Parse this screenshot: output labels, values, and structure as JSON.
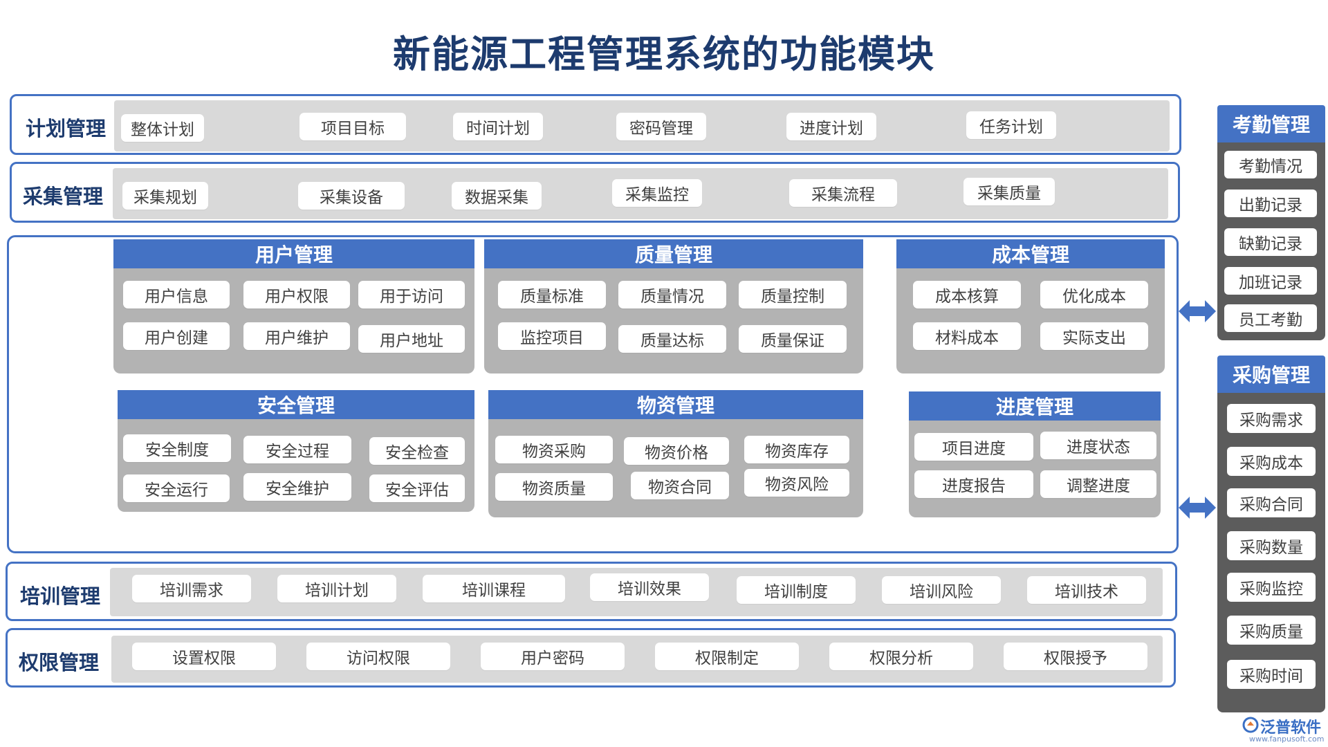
{
  "title": "新能源工程管理系统的功能模块",
  "rows": {
    "plan": {
      "label": "计划管理",
      "items": [
        "整体计划",
        "项目目标",
        "时间计划",
        "密码管理",
        "进度计划",
        "任务计划"
      ]
    },
    "collect": {
      "label": "采集管理",
      "items": [
        "采集规划",
        "采集设备",
        "数据采集",
        "采集监控",
        "采集流程",
        "采集质量"
      ]
    },
    "training": {
      "label": "培训管理",
      "items": [
        "培训需求",
        "培训计划",
        "培训课程",
        "培训效果",
        "培训制度",
        "培训风险",
        "培训技术"
      ]
    },
    "permission": {
      "label": "权限管理",
      "items": [
        "设置权限",
        "访问权限",
        "用户密码",
        "权限制定",
        "权限分析",
        "权限授予"
      ]
    }
  },
  "modules": {
    "user": {
      "title": "用户管理",
      "items": [
        "用户信息",
        "用户权限",
        "用于访问",
        "用户创建",
        "用户维护",
        "用户地址"
      ]
    },
    "quality": {
      "title": "质量管理",
      "items": [
        "质量标准",
        "质量情况",
        "质量控制",
        "监控项目",
        "质量达标",
        "质量保证"
      ]
    },
    "cost": {
      "title": "成本管理",
      "items": [
        "成本核算",
        "优化成本",
        "材料成本",
        "实际支出"
      ]
    },
    "safety": {
      "title": "安全管理",
      "items": [
        "安全制度",
        "安全过程",
        "安全检查",
        "安全运行",
        "安全维护",
        "安全评估"
      ]
    },
    "material": {
      "title": "物资管理",
      "items": [
        "物资采购",
        "物资价格",
        "物资库存",
        "物资质量",
        "物资合同",
        "物资风险"
      ]
    },
    "progress": {
      "title": "进度管理",
      "items": [
        "项目进度",
        "进度状态",
        "进度报告",
        "调整进度"
      ]
    }
  },
  "side": {
    "attendance": {
      "title": "考勤管理",
      "items": [
        "考勤情况",
        "出勤记录",
        "缺勤记录",
        "加班记录",
        "员工考勤"
      ]
    },
    "purchase": {
      "title": "采购管理",
      "items": [
        "采购需求",
        "采购成本",
        "采购合同",
        "采购数量",
        "采购监控",
        "采购质量",
        "采购时间"
      ]
    }
  },
  "logo": {
    "name": "泛普软件",
    "url": "www.fanpusoft.com"
  },
  "colors": {
    "accent": "#4472c4",
    "title": "#1d3b6e",
    "panel_gray": "#b3b3b3",
    "side_dark": "#5c5c5c"
  }
}
